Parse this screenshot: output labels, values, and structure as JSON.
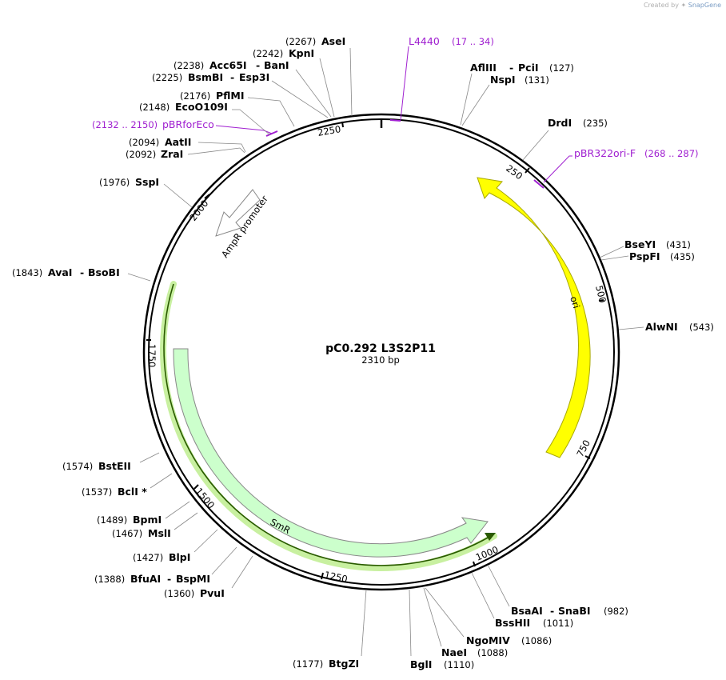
{
  "credit": {
    "prefix": "Created by",
    "brand": "SnapGene"
  },
  "plasmid": {
    "name": "pC0.292 L3S2P11",
    "length_label": "2310 bp"
  },
  "ticks": [
    "250",
    "500",
    "750",
    "1000",
    "1250",
    "1500",
    "1750",
    "2000",
    "2250"
  ],
  "features": [
    {
      "name": "ori",
      "color": "#ffff00",
      "stroke": "#a8a800"
    },
    {
      "name": "SmR",
      "color": "#ccffcc",
      "stroke": "#888888"
    },
    {
      "name": "AmpR promoter",
      "color": "#ffffff",
      "stroke": "#888888"
    }
  ],
  "highlight": {
    "color": "#c8f0a0",
    "stroke": "#2a5a00"
  },
  "primers": [
    {
      "name": "L4440",
      "range": "(17 .. 34)"
    },
    {
      "name": "pBR322ori-F",
      "range": "(268 .. 287)"
    },
    {
      "name": "pBRforEco",
      "range": "(2132 .. 2150)"
    }
  ],
  "sites": [
    {
      "pos": "(2267)",
      "names": [
        "AseI"
      ]
    },
    {
      "pos": "(2242)",
      "names": [
        "KpnI"
      ]
    },
    {
      "pos": "(2238)",
      "names": [
        "Acc65I",
        "BanI"
      ]
    },
    {
      "pos": "(2225)",
      "names": [
        "BsmBI",
        "Esp3I"
      ]
    },
    {
      "pos": "(2176)",
      "names": [
        "PflMI"
      ]
    },
    {
      "pos": "(2148)",
      "names": [
        "EcoO109I"
      ]
    },
    {
      "pos": "(2094)",
      "names": [
        "AatII"
      ]
    },
    {
      "pos": "(2092)",
      "names": [
        "ZraI"
      ]
    },
    {
      "pos": "(1976)",
      "names": [
        "SspI"
      ]
    },
    {
      "pos": "(1843)",
      "names": [
        "AvaI",
        "BsoBI"
      ]
    },
    {
      "pos": "(1574)",
      "names": [
        "BstEII"
      ]
    },
    {
      "pos": "(1537)",
      "names": [
        "BclI *"
      ]
    },
    {
      "pos": "(1489)",
      "names": [
        "BpmI"
      ]
    },
    {
      "pos": "(1467)",
      "names": [
        "MslI"
      ]
    },
    {
      "pos": "(1427)",
      "names": [
        "BlpI"
      ]
    },
    {
      "pos": "(1388)",
      "names": [
        "BfuAI",
        "BspMI"
      ]
    },
    {
      "pos": "(1360)",
      "names": [
        "PvuI"
      ]
    },
    {
      "pos": "(1177)",
      "names": [
        "BtgZI"
      ]
    },
    {
      "pos": "(1110)",
      "names": [
        "BglI"
      ]
    },
    {
      "pos": "(1088)",
      "names": [
        "NaeI"
      ]
    },
    {
      "pos": "(1086)",
      "names": [
        "NgoMIV"
      ]
    },
    {
      "pos": "(1011)",
      "names": [
        "BssHII"
      ]
    },
    {
      "pos": "(982)",
      "names": [
        "BsaAI",
        "SnaBI"
      ]
    },
    {
      "pos": "(127)",
      "names": [
        "AflIII",
        "PciI"
      ]
    },
    {
      "pos": "(131)",
      "names": [
        "NspI"
      ]
    },
    {
      "pos": "(235)",
      "names": [
        "DrdI"
      ]
    },
    {
      "pos": "(431)",
      "names": [
        "BseYI"
      ]
    },
    {
      "pos": "(435)",
      "names": [
        "PspFI"
      ]
    },
    {
      "pos": "(543)",
      "names": [
        "AlwNI"
      ]
    }
  ]
}
